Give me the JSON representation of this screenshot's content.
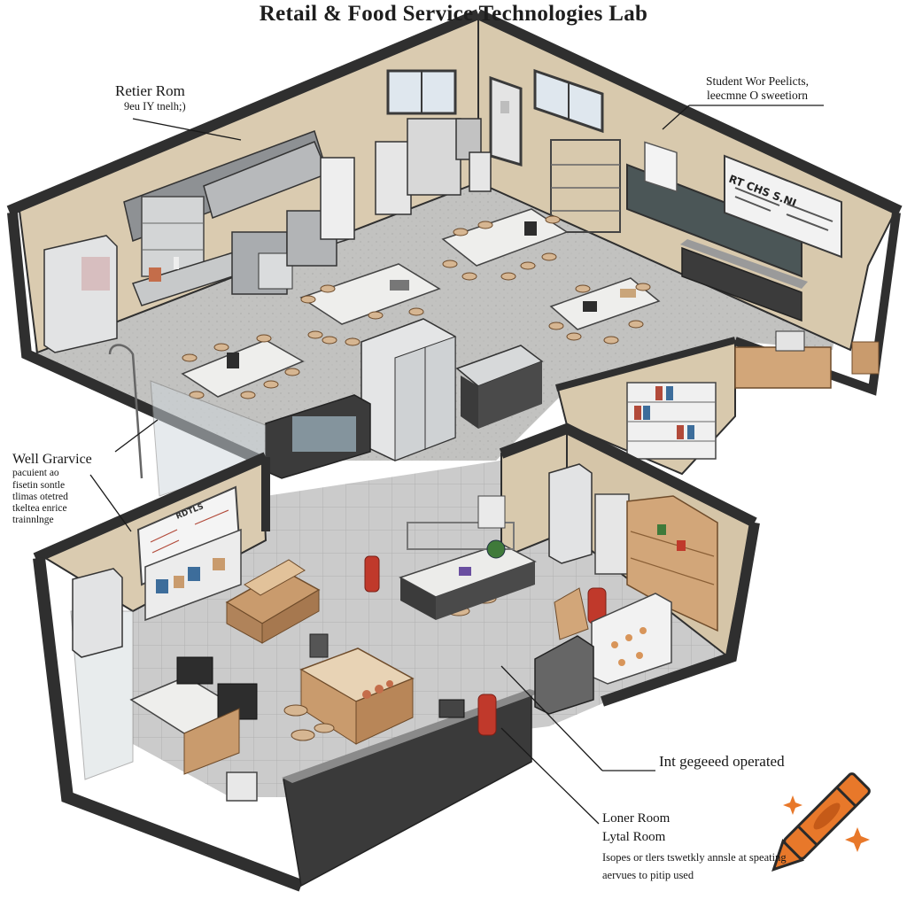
{
  "title": "Retail & Food Service Technologies  Lab",
  "callouts": {
    "retail_room": {
      "heading": "Retier Rom",
      "sub": "9eu IY tnelh;)"
    },
    "student_work": {
      "line1": "Student Wor Peelicts,",
      "line2": "leecmne O sweetiorn"
    },
    "wall_service": {
      "heading": "Well Grarvice",
      "lines": [
        "pacuient ao",
        "fisetin sontle",
        "tlimas otetred",
        "tkeltea enrice",
        "trainnlnge"
      ]
    },
    "integrated": {
      "heading": "Int gegeeed operated"
    },
    "loner_room": {
      "heading": "Loner Room",
      "heading2": "Lytal Room",
      "line1": "Isopes or tlers tswetkly annsle   at speating",
      "line2": "aervues to pitip used"
    }
  },
  "board_labels": {
    "menu_board": "RT CHS   S.NI",
    "wall_chart": "RDTLS"
  },
  "colors": {
    "outer_wall": "#2f2f2f",
    "wall_beige": "#d9cbb1",
    "floor_concrete": "#bdbdbb",
    "floor_tile": "#c9c9c9",
    "wood_counter": "#d2a679",
    "steel": "#cfd2d4",
    "crayon_orange": "#e8782a",
    "sparkle": "#e8782a",
    "fire_extinguisher": "#c0392b"
  },
  "icons": [
    "crayon-icon",
    "sparkle-icon"
  ]
}
